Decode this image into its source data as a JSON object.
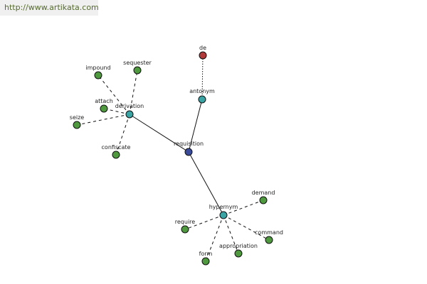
{
  "header": {
    "url": "http://www.artikata.com"
  },
  "colors": {
    "center": "#3a4a9a",
    "hub": "#3aa3a3",
    "leaf": "#4f9a3f",
    "foreign": "#b03a3a"
  },
  "graph": {
    "nodes": [
      {
        "id": "requisition",
        "label": "requisition",
        "kind": "center"
      },
      {
        "id": "derivation",
        "label": "derivation",
        "kind": "hub"
      },
      {
        "id": "antonym",
        "label": "antonym",
        "kind": "hub"
      },
      {
        "id": "hypernym",
        "label": "hypernym",
        "kind": "hub"
      },
      {
        "id": "de",
        "label": "de",
        "kind": "foreign"
      },
      {
        "id": "impound",
        "label": "impound",
        "kind": "leaf"
      },
      {
        "id": "sequester",
        "label": "sequester",
        "kind": "leaf"
      },
      {
        "id": "attach",
        "label": "attach",
        "kind": "leaf"
      },
      {
        "id": "seize",
        "label": "seize",
        "kind": "leaf"
      },
      {
        "id": "confiscate",
        "label": "confiscate",
        "kind": "leaf"
      },
      {
        "id": "demand",
        "label": "demand",
        "kind": "leaf"
      },
      {
        "id": "require",
        "label": "require",
        "kind": "leaf"
      },
      {
        "id": "command",
        "label": "command",
        "kind": "leaf"
      },
      {
        "id": "appropriation",
        "label": "appropriation",
        "kind": "leaf"
      },
      {
        "id": "form",
        "label": "form",
        "kind": "leaf"
      }
    ],
    "edges": [
      {
        "from": "requisition",
        "to": "derivation",
        "style": "solid"
      },
      {
        "from": "requisition",
        "to": "antonym",
        "style": "solid"
      },
      {
        "from": "requisition",
        "to": "hypernym",
        "style": "solid"
      },
      {
        "from": "antonym",
        "to": "de",
        "style": "dotted"
      },
      {
        "from": "derivation",
        "to": "impound",
        "style": "dashed"
      },
      {
        "from": "derivation",
        "to": "sequester",
        "style": "dashed"
      },
      {
        "from": "derivation",
        "to": "attach",
        "style": "dashed"
      },
      {
        "from": "derivation",
        "to": "seize",
        "style": "dashed"
      },
      {
        "from": "derivation",
        "to": "confiscate",
        "style": "dashed"
      },
      {
        "from": "hypernym",
        "to": "demand",
        "style": "dashed"
      },
      {
        "from": "hypernym",
        "to": "require",
        "style": "dashed"
      },
      {
        "from": "hypernym",
        "to": "command",
        "style": "dashed"
      },
      {
        "from": "hypernym",
        "to": "appropriation",
        "style": "dashed"
      },
      {
        "from": "hypernym",
        "to": "form",
        "style": "dashed"
      }
    ]
  }
}
